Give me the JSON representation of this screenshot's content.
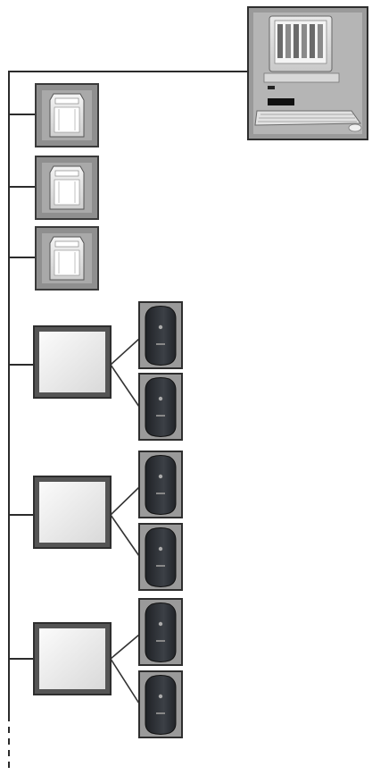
{
  "diagram": {
    "kind": "network-topology",
    "nodes": [
      {
        "id": "host-computer",
        "icon": "computer-workstation-icon"
      },
      {
        "id": "controller-1",
        "icon": "controller-panel-icon"
      },
      {
        "id": "controller-2",
        "icon": "controller-panel-icon"
      },
      {
        "id": "controller-3",
        "icon": "controller-panel-icon"
      },
      {
        "id": "hub-1",
        "icon": "interface-module-icon",
        "readers": 2
      },
      {
        "id": "hub-2",
        "icon": "interface-module-icon",
        "readers": 2
      },
      {
        "id": "hub-3",
        "icon": "interface-module-icon",
        "readers": 2
      }
    ],
    "reader_icon": "card-reader-icon",
    "bus_continues": true,
    "colors": {
      "line": "#2b2b2b",
      "frame": "#3a3a3a",
      "panel_face": "#e8e8e8",
      "reader_body": "#2f3236",
      "monitor_screen": "#f2f2f2"
    }
  }
}
